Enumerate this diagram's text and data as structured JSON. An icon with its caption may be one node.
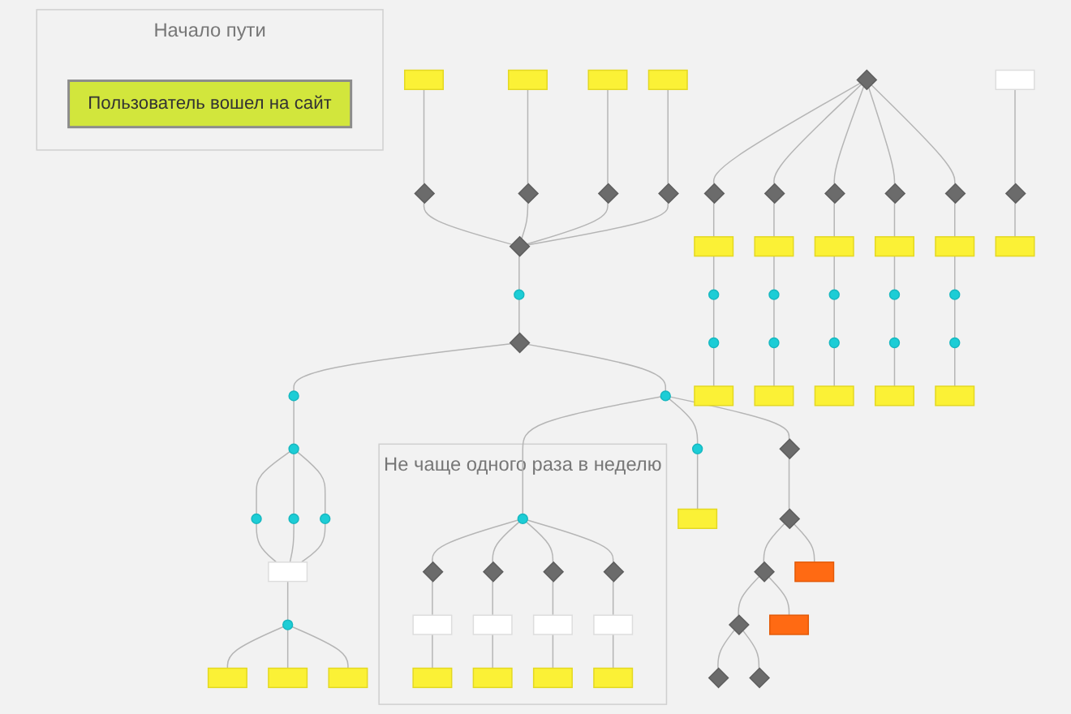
{
  "diagram": {
    "nodes": [
      {
        "text": [
          "Начало пути"
        ]
      },
      {
        "text": [
          "Пользователь вошел на сайт"
        ],
        "in": 0
      },
      {
        "text": [
          "Не чаще одного раза в неделю"
        ]
      },
      {
        "text": [],
        "shape": "circle",
        "in": 2
      },
      {
        "text": [],
        "shape": "diamond",
        "in": 2
      },
      {
        "text": [],
        "shape": "diamond",
        "in": 2
      },
      {
        "text": [],
        "shape": "diamond",
        "in": 2
      },
      {
        "text": [],
        "shape": "diamond",
        "in": 2
      },
      {
        "text": [],
        "shape": "box",
        "in": 2
      },
      {
        "text": [],
        "shape": "box",
        "in": 2
      },
      {
        "text": [],
        "shape": "box",
        "in": 2
      },
      {
        "text": [],
        "shape": "box",
        "in": 2
      },
      {
        "text": [],
        "shape": "box",
        "in": 2
      },
      {
        "text": [],
        "shape": "box",
        "in": 2
      },
      {
        "text": [],
        "shape": "box",
        "in": 2
      },
      {
        "text": [],
        "shape": "box",
        "in": 2
      },
      {
        "text": [],
        "shape": "box"
      },
      {
        "text": [],
        "shape": "box"
      },
      {
        "text": [],
        "shape": "box"
      },
      {
        "text": [],
        "shape": "box"
      },
      {
        "text": [],
        "shape": "diamond"
      },
      {
        "text": [],
        "shape": "diamond"
      },
      {
        "text": [],
        "shape": "diamond"
      },
      {
        "text": [],
        "shape": "diamond"
      },
      {
        "text": [],
        "shape": "diamond"
      },
      {
        "text": [],
        "shape": "circle"
      },
      {
        "text": [],
        "shape": "diamond"
      },
      {
        "text": [],
        "shape": "circle"
      },
      {
        "text": [],
        "shape": "circle"
      },
      {
        "text": [],
        "shape": "circle"
      },
      {
        "text": [],
        "shape": "circle"
      },
      {
        "text": [],
        "shape": "circle"
      },
      {
        "text": [],
        "shape": "box"
      },
      {
        "text": [],
        "shape": "circle"
      },
      {
        "text": [],
        "shape": "box"
      },
      {
        "text": [],
        "shape": "box"
      },
      {
        "text": [],
        "shape": "box"
      },
      {
        "text": [],
        "shape": "circle"
      },
      {
        "text": [],
        "shape": "circle"
      },
      {
        "text": [],
        "shape": "box"
      },
      {
        "text": [],
        "shape": "diamond"
      },
      {
        "text": [],
        "shape": "diamond"
      },
      {
        "text": [],
        "shape": "diamond"
      },
      {
        "text": [],
        "shape": "diamond"
      },
      {
        "text": [],
        "shape": "diamond"
      },
      {
        "text": [],
        "shape": "diamond"
      },
      {
        "text": [],
        "shape": "diamond"
      },
      {
        "text": [],
        "shape": "diamond"
      },
      {
        "text": [],
        "shape": "box"
      },
      {
        "text": [],
        "shape": "box"
      },
      {
        "text": [],
        "shape": "box"
      },
      {
        "text": [],
        "shape": "box"
      },
      {
        "text": [],
        "shape": "box"
      },
      {
        "text": [],
        "shape": "circle"
      },
      {
        "text": [],
        "shape": "circle"
      },
      {
        "text": [],
        "shape": "circle"
      },
      {
        "text": [],
        "shape": "circle"
      },
      {
        "text": [],
        "shape": "circle"
      },
      {
        "text": [],
        "shape": "circle"
      },
      {
        "text": [],
        "shape": "circle"
      },
      {
        "text": [],
        "shape": "circle"
      },
      {
        "text": [],
        "shape": "circle"
      },
      {
        "text": [],
        "shape": "circle"
      },
      {
        "text": [],
        "shape": "box"
      },
      {
        "text": [],
        "shape": "box"
      },
      {
        "text": [],
        "shape": "box"
      },
      {
        "text": [],
        "shape": "box"
      },
      {
        "text": [],
        "shape": "box"
      },
      {
        "text": [],
        "shape": "diamond"
      },
      {
        "text": [],
        "shape": "diamond"
      },
      {
        "text": [],
        "shape": "diamond"
      },
      {
        "text": [],
        "shape": "diamond"
      },
      {
        "text": [],
        "shape": "box"
      },
      {
        "text": [],
        "shape": "box"
      },
      {
        "text": [],
        "shape": "diamond"
      },
      {
        "text": [],
        "shape": "box"
      },
      {
        "text": [],
        "shape": "box"
      }
    ],
    "edges": [
      {
        "from": 3,
        "to": 4,
        "arrow": "none"
      },
      {
        "from": 3,
        "to": 5,
        "arrow": "none"
      },
      {
        "from": 3,
        "to": 6,
        "arrow": "none"
      },
      {
        "from": 3,
        "to": 7,
        "arrow": "none"
      },
      {
        "from": 4,
        "to": 8,
        "arrow": "none"
      },
      {
        "from": 5,
        "to": 9,
        "arrow": "none"
      },
      {
        "from": 6,
        "to": 10,
        "arrow": "none"
      },
      {
        "from": 7,
        "to": 11,
        "arrow": "none"
      },
      {
        "from": 8,
        "to": 12,
        "arrow": "none"
      },
      {
        "from": 9,
        "to": 13,
        "arrow": "none"
      },
      {
        "from": 10,
        "to": 14,
        "arrow": "none"
      },
      {
        "from": 11,
        "to": 15,
        "arrow": "none"
      },
      {
        "from": 16,
        "to": 20,
        "arrow": "none"
      },
      {
        "from": 17,
        "to": 21,
        "arrow": "none"
      },
      {
        "from": 18,
        "to": 22,
        "arrow": "none"
      },
      {
        "from": 19,
        "to": 23,
        "arrow": "none"
      },
      {
        "from": 20,
        "to": 24,
        "arrow": "none"
      },
      {
        "from": 21,
        "to": 24,
        "arrow": "none"
      },
      {
        "from": 22,
        "to": 24,
        "arrow": "none"
      },
      {
        "from": 23,
        "to": 24,
        "arrow": "none"
      },
      {
        "from": 24,
        "to": 25,
        "arrow": "none"
      },
      {
        "from": 25,
        "to": 26,
        "arrow": "none"
      },
      {
        "from": 26,
        "to": 27,
        "arrow": "none"
      },
      {
        "from": 27,
        "to": 28,
        "arrow": "none"
      },
      {
        "from": 28,
        "to": 29,
        "arrow": "none"
      },
      {
        "from": 28,
        "to": 30,
        "arrow": "none"
      },
      {
        "from": 28,
        "to": 31,
        "arrow": "none"
      },
      {
        "from": 29,
        "to": 32,
        "arrow": "none"
      },
      {
        "from": 30,
        "to": 32,
        "arrow": "none"
      },
      {
        "from": 31,
        "to": 32,
        "arrow": "none"
      },
      {
        "from": 32,
        "to": 33,
        "arrow": "none"
      },
      {
        "from": 33,
        "to": 34,
        "arrow": "none"
      },
      {
        "from": 33,
        "to": 35,
        "arrow": "none"
      },
      {
        "from": 33,
        "to": 36,
        "arrow": "none"
      },
      {
        "from": 26,
        "to": 37,
        "arrow": "none"
      },
      {
        "from": 37,
        "to": 3,
        "arrow": "none"
      },
      {
        "from": 37,
        "to": 38,
        "arrow": "none"
      },
      {
        "from": 38,
        "to": 39,
        "arrow": "none"
      },
      {
        "from": 37,
        "to": 40,
        "arrow": "none"
      },
      {
        "from": 40,
        "to": 41,
        "arrow": "none"
      },
      {
        "from": 42,
        "to": 43,
        "arrow": "none"
      },
      {
        "from": 42,
        "to": 44,
        "arrow": "none"
      },
      {
        "from": 42,
        "to": 45,
        "arrow": "none"
      },
      {
        "from": 42,
        "to": 46,
        "arrow": "none"
      },
      {
        "from": 42,
        "to": 47,
        "arrow": "none"
      },
      {
        "from": 43,
        "to": 48,
        "arrow": "none"
      },
      {
        "from": 44,
        "to": 49,
        "arrow": "none"
      },
      {
        "from": 45,
        "to": 50,
        "arrow": "none"
      },
      {
        "from": 46,
        "to": 51,
        "arrow": "none"
      },
      {
        "from": 47,
        "to": 52,
        "arrow": "none"
      },
      {
        "from": 48,
        "to": 53,
        "arrow": "none"
      },
      {
        "from": 49,
        "to": 54,
        "arrow": "none"
      },
      {
        "from": 50,
        "to": 55,
        "arrow": "none"
      },
      {
        "from": 51,
        "to": 56,
        "arrow": "none"
      },
      {
        "from": 52,
        "to": 57,
        "arrow": "none"
      },
      {
        "from": 53,
        "to": 58,
        "arrow": "none"
      },
      {
        "from": 54,
        "to": 59,
        "arrow": "none"
      },
      {
        "from": 55,
        "to": 60,
        "arrow": "none"
      },
      {
        "from": 56,
        "to": 61,
        "arrow": "none"
      },
      {
        "from": 57,
        "to": 62,
        "arrow": "none"
      },
      {
        "from": 58,
        "to": 63,
        "arrow": "none"
      },
      {
        "from": 59,
        "to": 64,
        "arrow": "none"
      },
      {
        "from": 60,
        "to": 65,
        "arrow": "none"
      },
      {
        "from": 61,
        "to": 66,
        "arrow": "none"
      },
      {
        "from": 62,
        "to": 67,
        "arrow": "none"
      },
      {
        "from": 41,
        "to": 68,
        "arrow": "none"
      },
      {
        "from": 68,
        "to": 69,
        "arrow": "none"
      },
      {
        "from": 69,
        "to": 70,
        "arrow": "none"
      },
      {
        "from": 69,
        "to": 71,
        "arrow": "none"
      },
      {
        "from": 68,
        "to": 72,
        "arrow": "none"
      },
      {
        "from": 41,
        "to": 73,
        "arrow": "none"
      },
      {
        "from": 74,
        "to": 75,
        "arrow": "none"
      },
      {
        "from": 76,
        "to": 74,
        "arrow": "none"
      }
    ]
  }
}
